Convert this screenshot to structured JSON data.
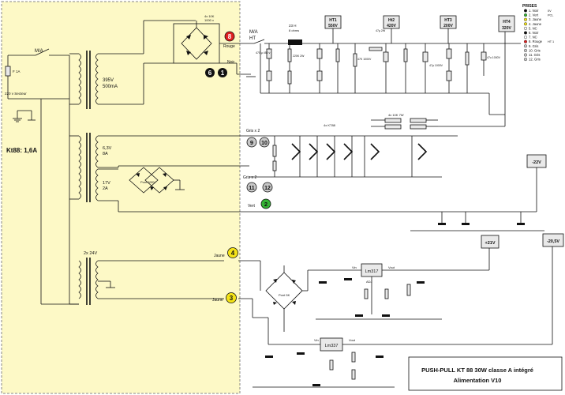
{
  "colors": {
    "panel": "#fdf9c6",
    "red": "#e02020",
    "green": "#35b335",
    "yellow": "#f4e316",
    "grey": "#c8c8c8",
    "black": "#111111"
  },
  "mains": {
    "switch_label": "M/A",
    "fuse_label": "F 1A",
    "supply_label": "220 v Secteur",
    "transformer_rating": "Kt88: 1,6A"
  },
  "secondaries": {
    "ht": {
      "volts": "395V",
      "amps": "500mA"
    },
    "heater": {
      "volts": "6,3V",
      "amps": "8A"
    },
    "bias": {
      "volts": "17V",
      "amps": "2A"
    },
    "aux": {
      "label": "2x 24V"
    }
  },
  "bridges": {
    "ht": {
      "name": "4x 10K",
      "rating": "1000 v"
    },
    "bias": {
      "name": "Pont 600V"
    },
    "aux": {
      "name": "Pont 5K"
    }
  },
  "pins": {
    "p8": {
      "num": "8",
      "label": "Rouge"
    },
    "p6": {
      "num": "6"
    },
    "p1": {
      "num": "1",
      "label": "Noir"
    },
    "p9": {
      "num": "9",
      "label": "Gris x 2"
    },
    "p10": {
      "num": "10"
    },
    "p11": {
      "num": "11",
      "label": "Gris x 2"
    },
    "p12": {
      "num": "12"
    },
    "p2": {
      "num": "2",
      "label": "Vert"
    },
    "p4": {
      "num": "4",
      "label": "Jaune"
    },
    "p3": {
      "num": "3",
      "label": "Jaune"
    }
  },
  "ht_chain": {
    "switch_label": "M/A",
    "ht_label": "HT",
    "choke": "23 H",
    "choke_sub": "8 ohms",
    "resistor_note": "4x 10K 7W",
    "kt_note": "4x KT88"
  },
  "rails": {
    "ht1": {
      "name": "HT1",
      "value": "550V"
    },
    "ht2": {
      "name": "Ht2",
      "value": "420V"
    },
    "ht3": {
      "name": "HT3",
      "value": "200V"
    },
    "ht4": {
      "name": "HT4",
      "value": "320V"
    },
    "neg22": {
      "value": "-22V"
    },
    "pos21": {
      "value": "+21V"
    },
    "neg205": {
      "value": "-20,5V"
    }
  },
  "caps": {
    "c1": "470 µ 450 v",
    "c2": "220K 2W",
    "c3": "47K 1000V",
    "c4": "47µ 2W",
    "c5": "47µ 1000V",
    "c6": "47u 1000V"
  },
  "regulators": {
    "lm317": "Lm317",
    "lm337": "Lm337",
    "vin": "Vin",
    "vout": "Vout",
    "adj": "ADJ"
  },
  "prises": {
    "title": "PRISES",
    "items": [
      {
        "num": "1.",
        "label": "Noir",
        "note": "0V"
      },
      {
        "num": "2.",
        "label": "Vert",
        "note": "PCL"
      },
      {
        "num": "3.",
        "label": "Jaune",
        "note": ""
      },
      {
        "num": "4.",
        "label": "Jaune",
        "note": ""
      },
      {
        "num": "5.",
        "label": "NC",
        "note": ""
      },
      {
        "num": "6.",
        "label": "Noir",
        "note": ""
      },
      {
        "num": "7.",
        "label": "NC",
        "note": ""
      },
      {
        "num": "8.",
        "label": "Rouge",
        "note": "HT 1"
      },
      {
        "num": "9.",
        "label": "Gris",
        "note": ""
      },
      {
        "num": "10.",
        "label": "Gris",
        "note": ""
      },
      {
        "num": "11.",
        "label": "Gris",
        "note": ""
      },
      {
        "num": "12.",
        "label": "Gris",
        "note": ""
      }
    ]
  },
  "footer": {
    "line1": "PUSH-PULL   KT 88 30W classe A intégré",
    "line2": "Alimentation V10"
  }
}
